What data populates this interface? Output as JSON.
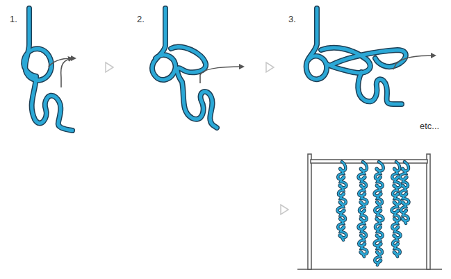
{
  "diagram": {
    "labels": [
      "1.",
      "2.",
      "3.",
      "etc..."
    ]
  }
}
